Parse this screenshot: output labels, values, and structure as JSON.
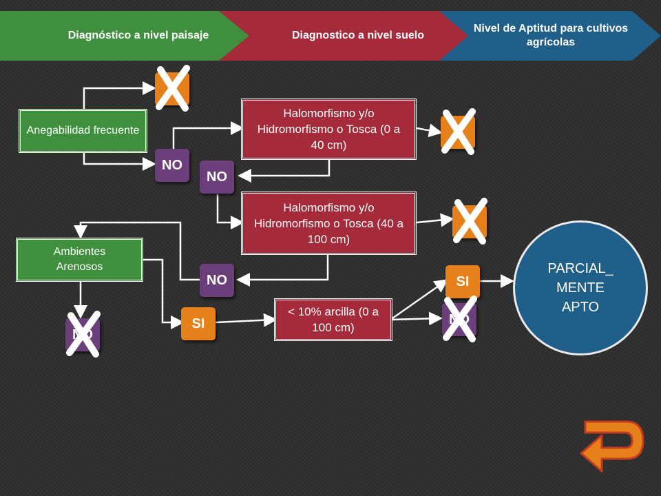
{
  "header": {
    "step1": "Diagnóstico a nivel paisaje",
    "step2": "Diagnostico a nivel suelo",
    "step3": "Nivel de Aptitud para cultivos agrícolas"
  },
  "boxes": {
    "anegabilidad": "Anegabilidad frecuente",
    "halo1": "Halomorfismo y/o Hidromorfismo o Tosca (0 a 40 cm)",
    "halo2": "Halomorfismo y/o Hidromorfismo o Tosca (40 a 100 cm)",
    "ambientes": "Ambientes Arenosos",
    "arcilla": "< 10% arcilla (0 a 100 cm)"
  },
  "tags": {
    "no": "NO",
    "si": "SI"
  },
  "result": {
    "line1": "PARCIAL_",
    "line2": "MENTE",
    "line3": "APTO"
  },
  "icons": {
    "reject": "x-mark-icon",
    "back": "u-turn-back-arrow-icon"
  },
  "colors": {
    "green": "#3f8f3f",
    "red": "#a52a3a",
    "blue": "#1f5f8a",
    "purple": "#6a3f7a",
    "orange": "#e5801a"
  }
}
